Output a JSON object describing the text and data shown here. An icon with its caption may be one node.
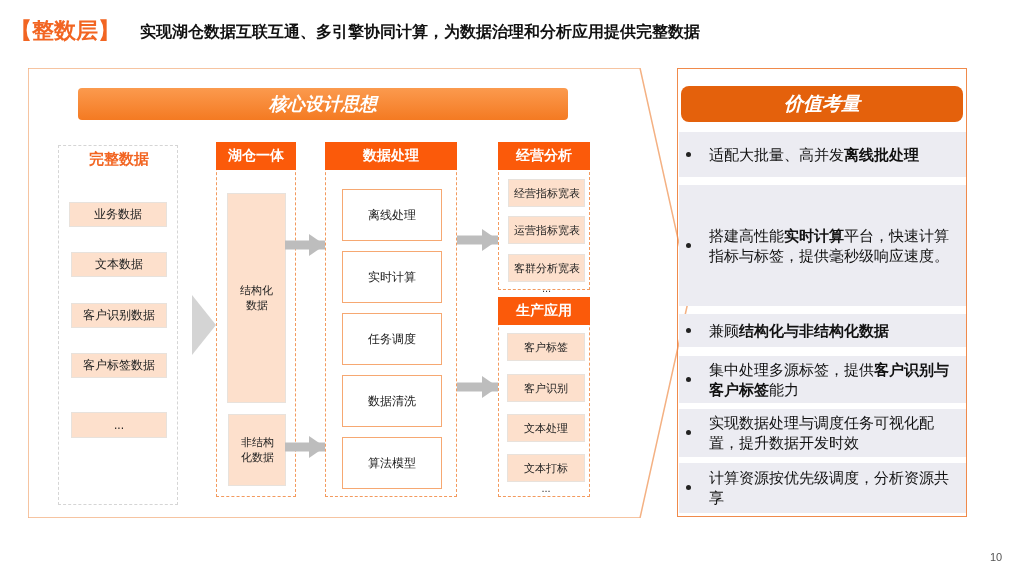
{
  "diagram": {
    "title": "实现湖仓数据互联互通、多引擎协同计算，为数据治理和分析应用提供完整数据",
    "nodes": [
      {
        "text": [
          "核心设计思想"
        ]
      },
      {
        "text": [
          "完整数据"
        ],
        "in": 0
      },
      {
        "text": [
          "业务数据"
        ],
        "in": 1
      },
      {
        "text": [
          "文本数据"
        ],
        "in": 1
      },
      {
        "text": [
          "客户识别数据"
        ],
        "in": 1
      },
      {
        "text": [
          "客户标签数据"
        ],
        "in": 1
      },
      {
        "text": [
          "..."
        ],
        "in": 1
      },
      {
        "text": [
          "湖仓一体"
        ],
        "in": 0
      },
      {
        "text": [
          "结构化数据"
        ],
        "in": 7
      },
      {
        "text": [
          "非结构化数据"
        ],
        "in": 7
      },
      {
        "text": [
          "数据处理"
        ],
        "in": 0
      },
      {
        "text": [
          "离线处理"
        ],
        "in": 10
      },
      {
        "text": [
          "实时计算"
        ],
        "in": 10
      },
      {
        "text": [
          "任务调度"
        ],
        "in": 10
      },
      {
        "text": [
          "数据清洗"
        ],
        "in": 10
      },
      {
        "text": [
          "算法模型"
        ],
        "in": 10
      },
      {
        "text": [
          "经营分析"
        ],
        "in": 0
      },
      {
        "text": [
          "经营指标宽表"
        ],
        "in": 16
      },
      {
        "text": [
          "运营指标宽表"
        ],
        "in": 16
      },
      {
        "text": [
          "客群分析宽表"
        ],
        "in": 16,
        "beside": [
          "..."
        ]
      },
      {
        "text": [
          "生产应用"
        ],
        "in": 0
      },
      {
        "text": [
          "客户标签"
        ],
        "in": 20
      },
      {
        "text": [
          "客户识别"
        ],
        "in": 20
      },
      {
        "text": [
          "文本处理"
        ],
        "in": 20
      },
      {
        "text": [
          "文本打标"
        ],
        "in": 20,
        "beside": [
          "..."
        ]
      },
      {
        "text": [
          "价值考量"
        ]
      },
      {
        "text": [
          "适配大批量、高并发**离线批处理**"
        ],
        "in": 25
      },
      {
        "text": [
          "搭建高性能**实时计算**平台，快速计算指标与标签，提供毫秒级响应速度。"
        ],
        "in": 25
      },
      {
        "text": [
          "兼顾**结构化与非结构化数据**"
        ],
        "in": 25
      },
      {
        "text": [
          "集中处理多源标签，提供**客户识别与客户标签**能力"
        ],
        "in": 25
      },
      {
        "text": [
          "实现数据处理与调度任务可视化配置，提升数据开发时效"
        ],
        "in": 25
      },
      {
        "text": [
          "计算资源按优先级调度，分析资源共享"
        ],
        "in": 25
      }
    ],
    "edges": [
      {
        "from": 1,
        "to": 7,
        "arrow": "to",
        "style": "thick"
      },
      {
        "from": 8,
        "to": 10,
        "arrow": "to"
      },
      {
        "from": 9,
        "to": 10,
        "arrow": "to"
      },
      {
        "from": 10,
        "to": 16,
        "arrow": "to"
      },
      {
        "from": 10,
        "to": 20,
        "arrow": "to"
      }
    ],
    "labels": [
      "【整数层】",
      "10"
    ]
  }
}
